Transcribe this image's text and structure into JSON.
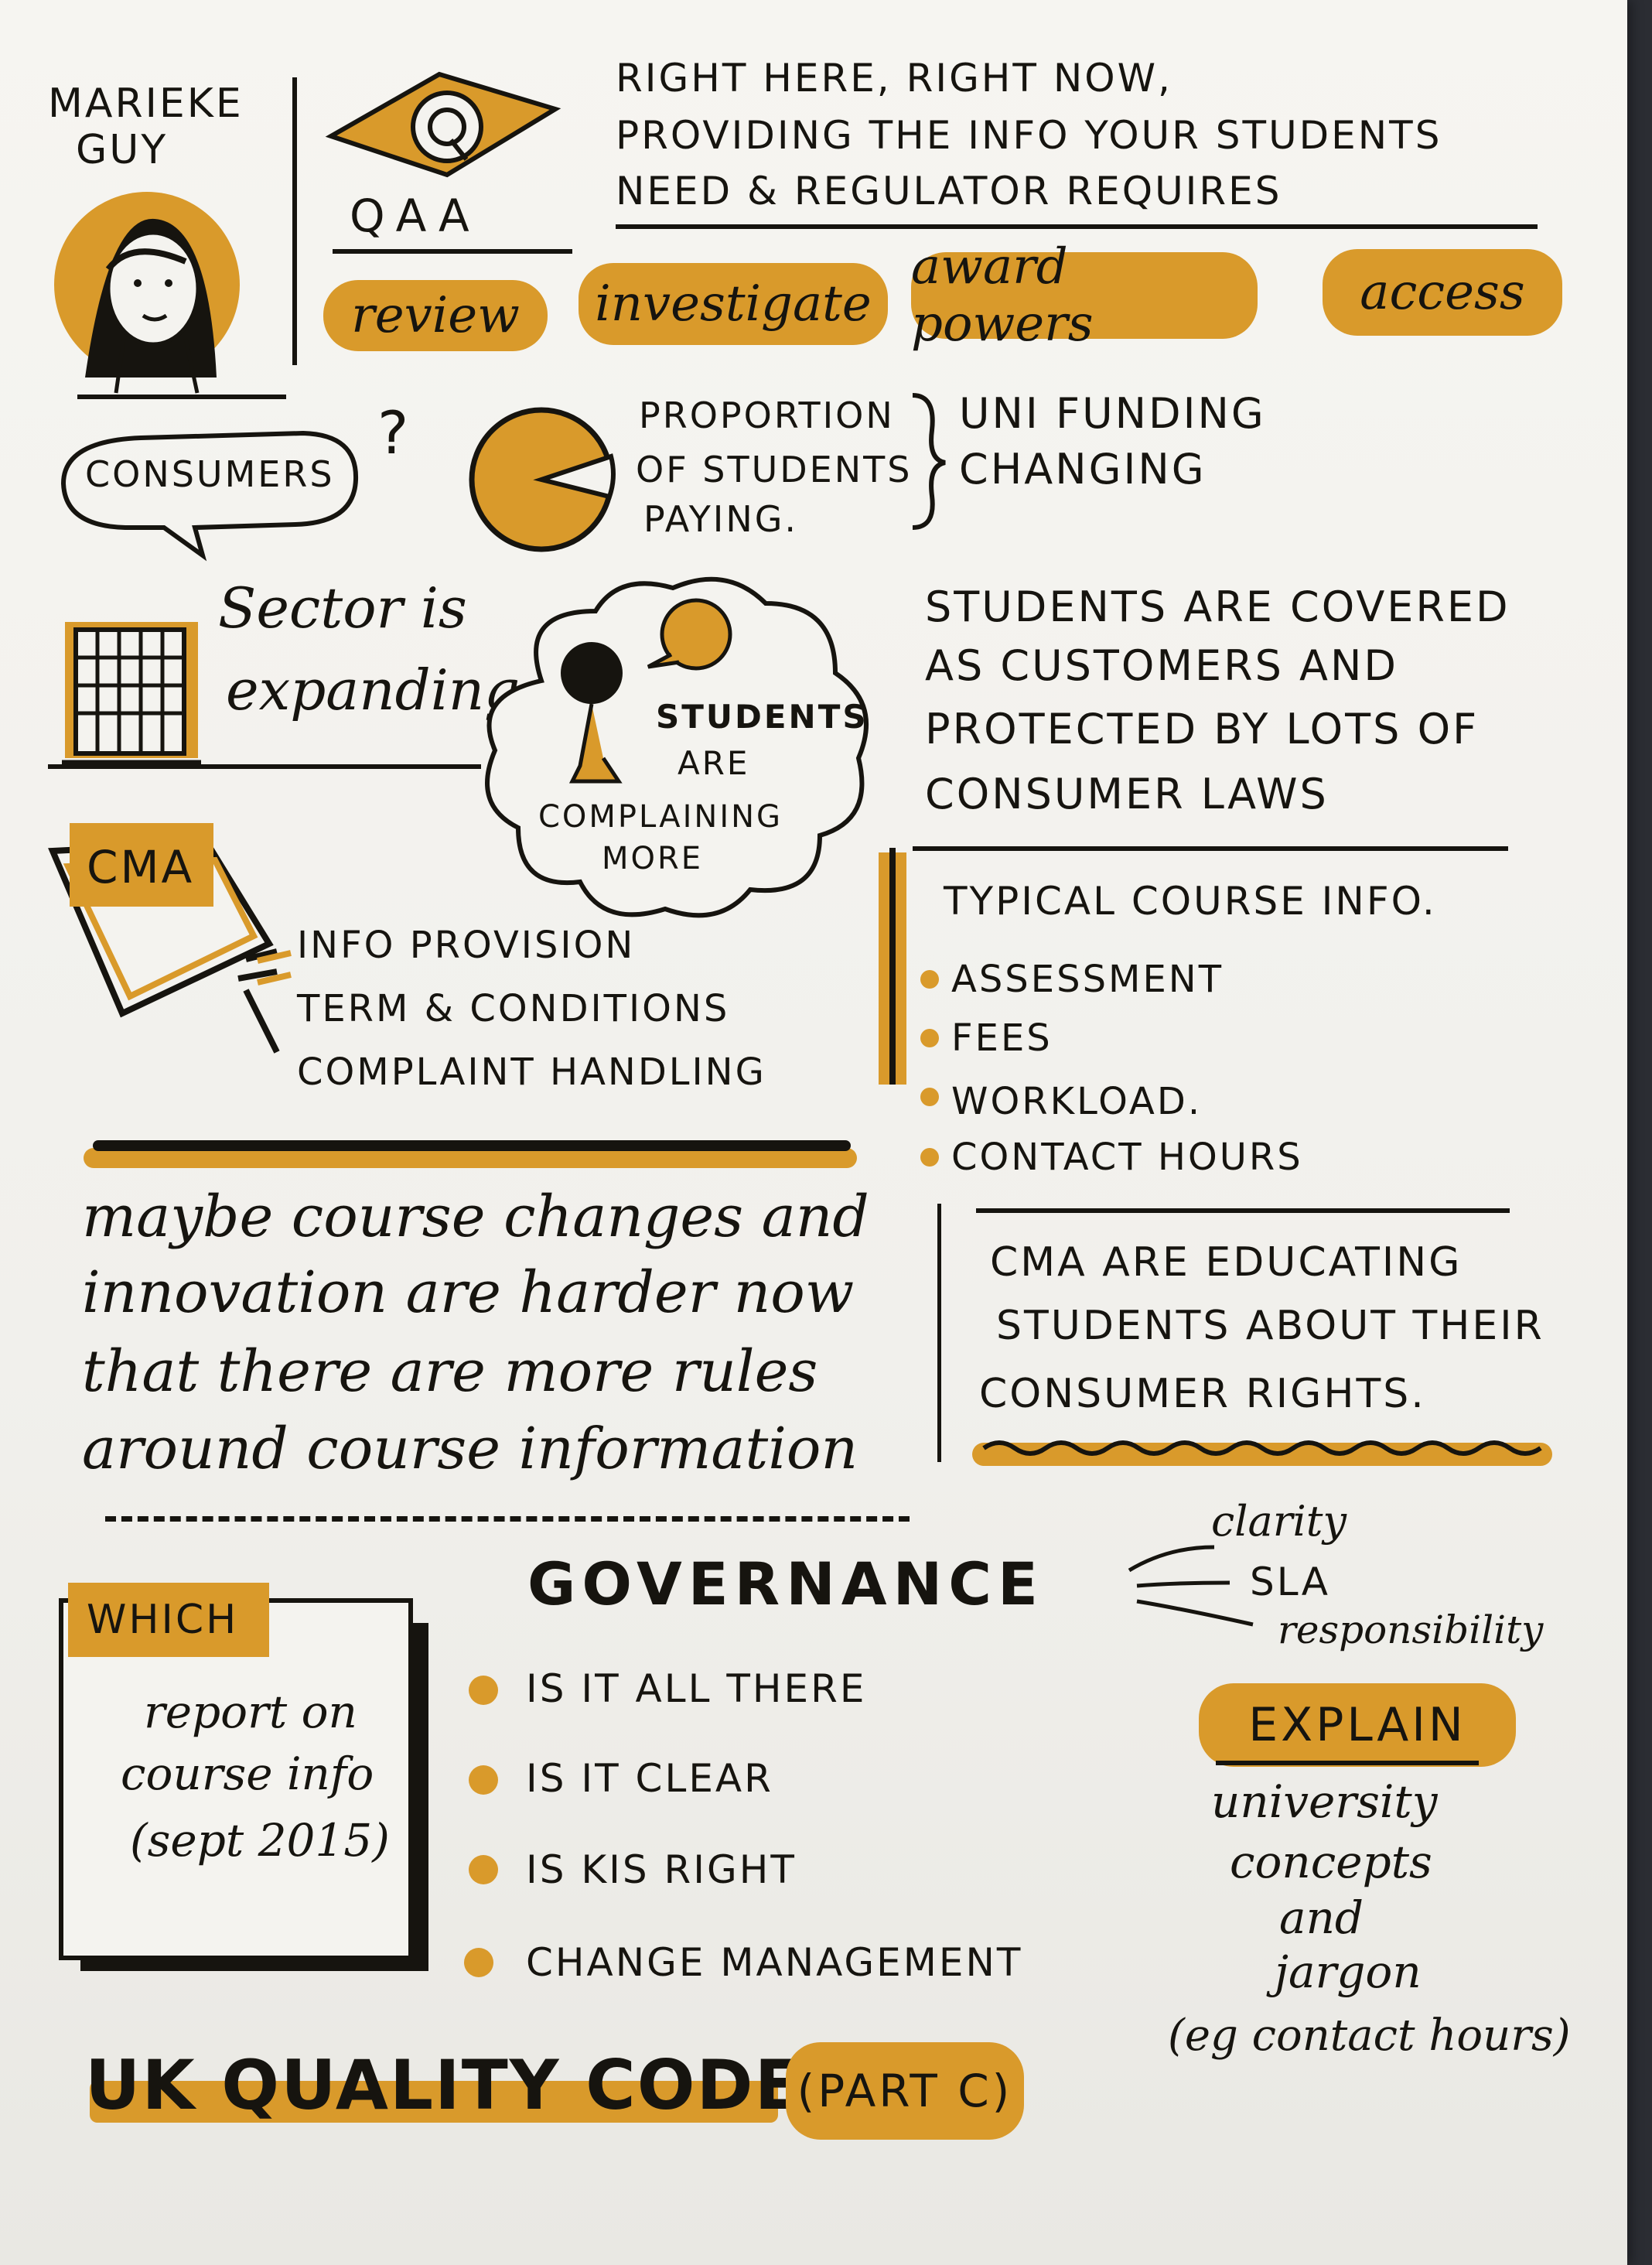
{
  "colors": {
    "accent": "#d99a2b",
    "ink": "#16140f",
    "paper": "#f4f3ef"
  },
  "speaker": {
    "name_line1": "MARIEKE",
    "name_line2": "GUY",
    "avatar_icon": "portrait-sketch-icon"
  },
  "org": {
    "name": "QAA",
    "logo_icon": "eye-logo-icon"
  },
  "headline": {
    "line1": "RIGHT HERE, RIGHT NOW,",
    "line2": "PROVIDING THE INFO YOUR STUDENTS",
    "line3": "NEED & REGULATOR REQUIRES"
  },
  "roles": [
    "review",
    "investigate",
    "award powers",
    "access"
  ],
  "consumers": {
    "label": "CONSUMERS",
    "mark": "?",
    "icon": "speech-bubble-icon"
  },
  "proportion": {
    "icon": "pie-chart-icon",
    "line1": "PROPORTION",
    "line2": "OF STUDENTS",
    "line3": "PAYING.",
    "funding_line1": "UNI FUNDING",
    "funding_line2": "CHANGING"
  },
  "sector": {
    "line1": "Sector is",
    "line2": "expanding",
    "icon": "building-icon"
  },
  "cloud": {
    "line1": "STUDENTS",
    "line2": "ARE",
    "line3": "COMPLAINING",
    "line4": "MORE",
    "icon": "thought-cloud-icon"
  },
  "covered": {
    "line1": "STUDENTS ARE COVERED",
    "line2": "AS CUSTOMERS AND",
    "line3": "PROTECTED BY LOTS OF",
    "line4": "CONSUMER LAWS"
  },
  "cma": {
    "label": "CMA",
    "icon": "sign-board-icon",
    "items": [
      "INFO PROVISION",
      "TERM & CONDITIONS",
      "COMPLAINT HANDLING"
    ]
  },
  "course_info": {
    "title": "TYPICAL COURSE INFO.",
    "items": [
      "ASSESSMENT",
      "FEES",
      "WORKLOAD.",
      "CONTACT HOURS"
    ]
  },
  "maybe": {
    "line1": "maybe course changes and",
    "line2": "innovation are harder now",
    "line3": "that there are more rules",
    "line4": "around course information"
  },
  "educating": {
    "line1": "CMA ARE EDUCATING",
    "line2": "STUDENTS ABOUT THEIR",
    "line3": "CONSUMER RIGHTS."
  },
  "which": {
    "label": "WHICH",
    "line1": "report on",
    "line2": "course info",
    "line3": "(sept 2015)"
  },
  "governance": {
    "title": "GOVERNANCE",
    "branches": [
      "clarity",
      "SLA",
      "responsibility"
    ],
    "items": [
      "IS IT ALL THERE",
      "IS IT CLEAR",
      "IS KIS RIGHT",
      "CHANGE MANAGEMENT"
    ]
  },
  "explain": {
    "label": "EXPLAIN",
    "line1": "university",
    "line2": "concepts",
    "line3": "and",
    "line4": "jargon",
    "line5": "(eg contact hours)"
  },
  "footer": {
    "code": "UK QUALITY CODE",
    "part": "(PART C)"
  }
}
